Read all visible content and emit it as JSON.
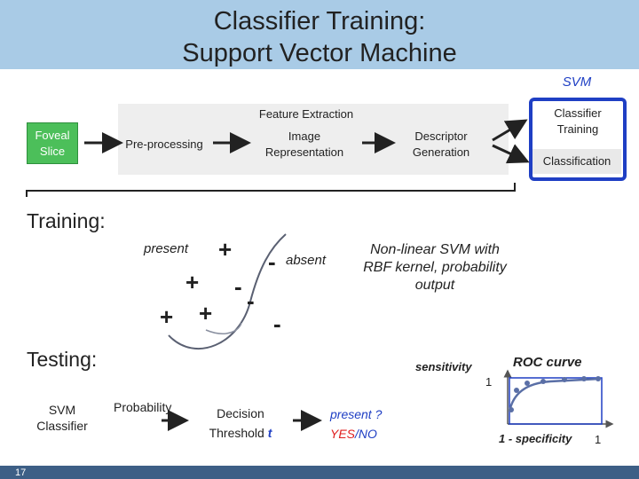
{
  "slide": {
    "title_line1": "Classifier Training:",
    "title_line2": "Support Vector Machine",
    "svm_tag": "SVM",
    "page_number": "17"
  },
  "pipeline": {
    "foveal_slice": "Foveal Slice",
    "preprocessing": "Pre-processing",
    "feature_extraction": "Feature Extraction",
    "image_representation": "Image Representation",
    "descriptor_generation": "Descriptor Generation",
    "classifier_training": "Classifier Training",
    "classification": "Classification"
  },
  "training": {
    "label": "Training:",
    "present": "present",
    "absent": "absent",
    "plus": "+",
    "minus": "-",
    "svm_desc": "Non-linear SVM with RBF kernel, probability output"
  },
  "testing": {
    "label": "Testing:",
    "svm_classifier": "SVM Classifier",
    "probability": "Probability",
    "decision_threshold": "Decision Threshold",
    "threshold_var": "t",
    "present_q": "present ?",
    "yes": "YES",
    "slash": "/",
    "no": "NO"
  },
  "roc": {
    "title": "ROC curve",
    "ylabel": "sensitivity",
    "xlabel": "1 - specificity",
    "y_tick": "1",
    "x_tick": "1",
    "point_color": "#5a6fa6",
    "frame_color": "#1f3fc4"
  },
  "colors": {
    "header": "#a9cbe6",
    "accent": "#1f3fc4",
    "foveal_green": "#4cbf5a",
    "yes_red": "#e02020",
    "footer": "#3d5f86"
  }
}
